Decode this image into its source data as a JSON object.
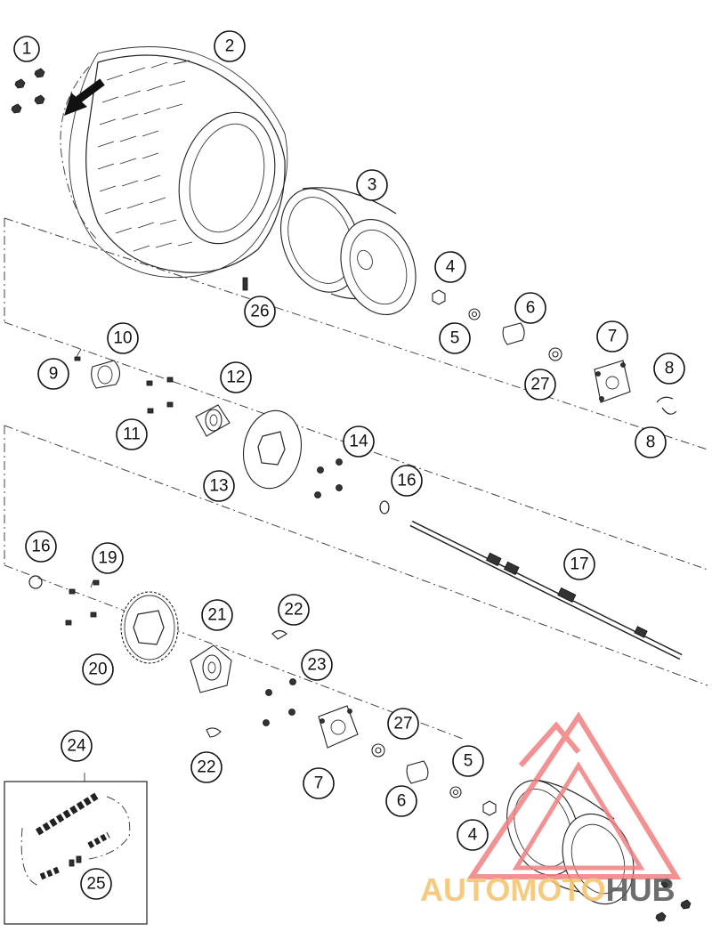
{
  "labels": [
    {
      "id": "1",
      "text": "1"
    },
    {
      "id": "2",
      "text": "2"
    },
    {
      "id": "3",
      "text": "3"
    },
    {
      "id": "4a",
      "text": "4"
    },
    {
      "id": "5a",
      "text": "5"
    },
    {
      "id": "6a",
      "text": "6"
    },
    {
      "id": "7a",
      "text": "7"
    },
    {
      "id": "8a",
      "text": "8"
    },
    {
      "id": "8b",
      "text": "8"
    },
    {
      "id": "9",
      "text": "9"
    },
    {
      "id": "10",
      "text": "10"
    },
    {
      "id": "11",
      "text": "11"
    },
    {
      "id": "12",
      "text": "12"
    },
    {
      "id": "13",
      "text": "13"
    },
    {
      "id": "14",
      "text": "14"
    },
    {
      "id": "16a",
      "text": "16"
    },
    {
      "id": "16b",
      "text": "16"
    },
    {
      "id": "17",
      "text": "17"
    },
    {
      "id": "19",
      "text": "19"
    },
    {
      "id": "20",
      "text": "20"
    },
    {
      "id": "21",
      "text": "21"
    },
    {
      "id": "22a",
      "text": "22"
    },
    {
      "id": "22b",
      "text": "22"
    },
    {
      "id": "23",
      "text": "23"
    },
    {
      "id": "24",
      "text": "24"
    },
    {
      "id": "25",
      "text": "25"
    },
    {
      "id": "26",
      "text": "26"
    },
    {
      "id": "27a",
      "text": "27"
    },
    {
      "id": "27b",
      "text": "27"
    },
    {
      "id": "7b",
      "text": "7"
    },
    {
      "id": "6b",
      "text": "6"
    },
    {
      "id": "5b",
      "text": "5"
    },
    {
      "id": "4b",
      "text": "4"
    }
  ],
  "watermark": {
    "part1": "AUTOMOTO",
    "part2": "HUB",
    "color_primary": "#f08080",
    "color_secondary": "#f5c26b",
    "color_dark": "#555555"
  }
}
